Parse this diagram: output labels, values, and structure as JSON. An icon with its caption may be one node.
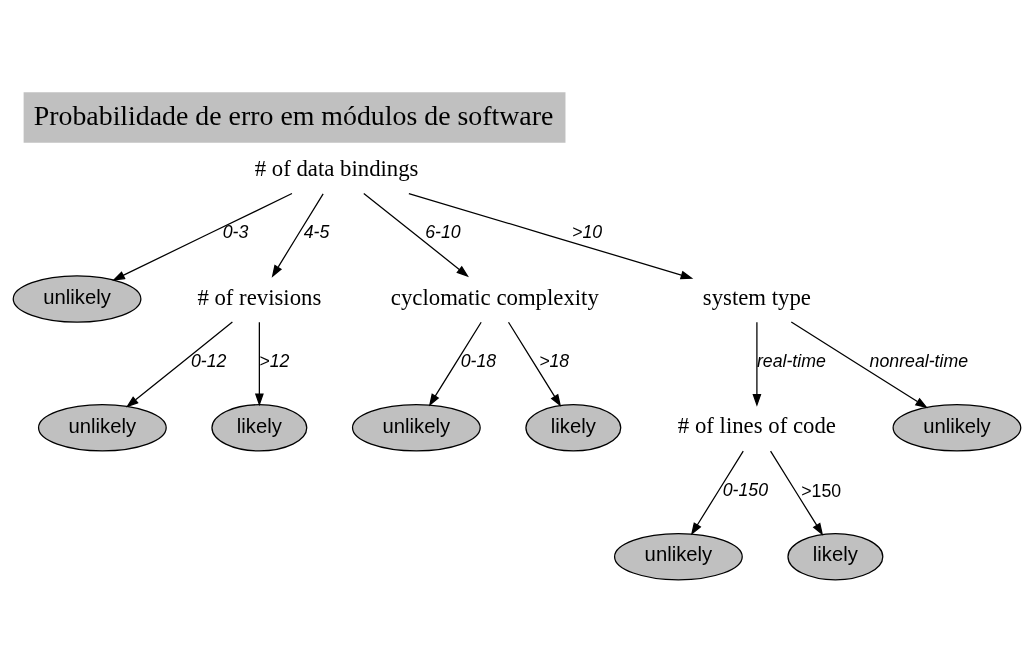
{
  "diagram": {
    "title": "Probabilidade de erro em módulos de software",
    "nodes": [
      {
        "text": [
          "# of data bindings"
        ]
      },
      {
        "text": [
          "unlikely"
        ]
      },
      {
        "text": [
          "# of revisions"
        ]
      },
      {
        "text": [
          "cyclomatic complexity"
        ]
      },
      {
        "text": [
          "system type"
        ]
      },
      {
        "text": [
          "unlikely"
        ]
      },
      {
        "text": [
          "likely"
        ]
      },
      {
        "text": [
          "unlikely"
        ]
      },
      {
        "text": [
          "likely"
        ]
      },
      {
        "text": [
          "# of lines of code"
        ]
      },
      {
        "text": [
          "unlikely"
        ]
      },
      {
        "text": [
          "unlikely"
        ]
      },
      {
        "text": [
          "likely"
        ]
      }
    ],
    "edges": [
      {
        "from": 0,
        "to": 1,
        "arrow": "to",
        "label": "0-3"
      },
      {
        "from": 0,
        "to": 2,
        "arrow": "to",
        "label": "4-5"
      },
      {
        "from": 0,
        "to": 3,
        "arrow": "to",
        "label": "6-10"
      },
      {
        "from": 0,
        "to": 4,
        "arrow": "to",
        "label": ">10"
      },
      {
        "from": 2,
        "to": 5,
        "arrow": "to",
        "label": "0-12"
      },
      {
        "from": 2,
        "to": 6,
        "arrow": "to",
        "label": ">12"
      },
      {
        "from": 3,
        "to": 7,
        "arrow": "to",
        "label": "0-18"
      },
      {
        "from": 3,
        "to": 8,
        "arrow": "to",
        "label": ">18"
      },
      {
        "from": 4,
        "to": 9,
        "arrow": "to",
        "label": "real-time"
      },
      {
        "from": 4,
        "to": 10,
        "arrow": "to",
        "label": "nonreal-time"
      },
      {
        "from": 9,
        "to": 11,
        "arrow": "to",
        "label": "0-150"
      },
      {
        "from": 9,
        "to": 12,
        "arrow": "to",
        "label": ">150"
      }
    ]
  }
}
